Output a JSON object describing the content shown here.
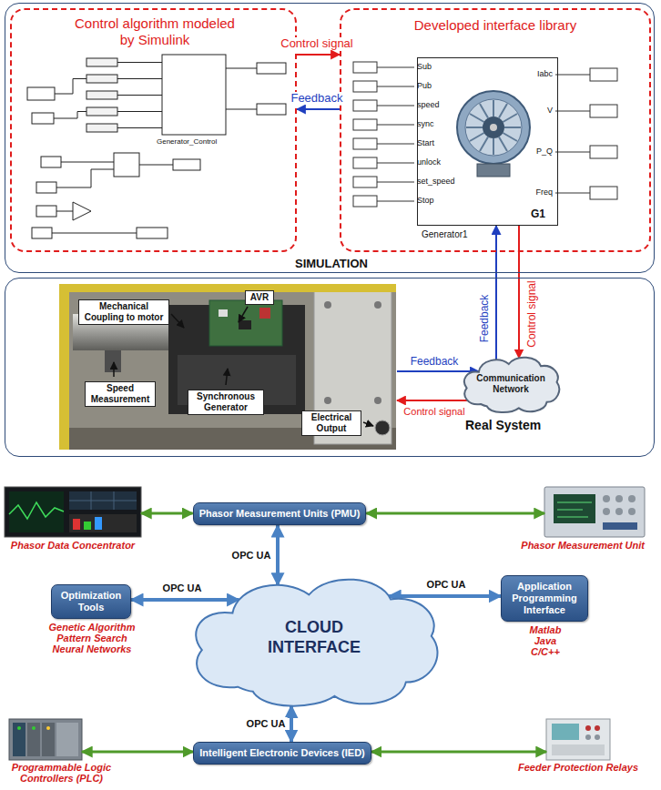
{
  "diagram": {
    "nodes": [
      {
        "text": [
          "SIMULATION"
        ]
      },
      {
        "text": [
          "Control algorithm modeled by Simulink"
        ],
        "in": 0
      },
      {
        "text": [
          "Developed interface library"
        ],
        "in": 0
      },
      {
        "text": [
          "G1",
          "Generator1"
        ],
        "in": 2
      },
      {
        "text": [
          "Real System"
        ]
      },
      {
        "text": [
          "Mechanical Coupling to motor",
          "AVR",
          "Speed Measurement",
          "Synchronous Generator",
          "Electrical Output"
        ],
        "in": 4
      },
      {
        "text": [
          "Communication Network"
        ],
        "in": 4
      },
      {
        "text": [
          "Phasor Measurement Units (PMU)"
        ]
      },
      {
        "text": [
          "Phasor Data Concentrator"
        ]
      },
      {
        "text": [
          "Phasor Measurement Unit"
        ]
      },
      {
        "text": [
          "Optimization Tools",
          "Genetic Algorithm Pattern Search Neural Networks"
        ]
      },
      {
        "text": [
          "CLOUD INTERFACE"
        ]
      },
      {
        "text": [
          "Application Programming Interface",
          "Matlab Java C/C++"
        ]
      },
      {
        "text": [
          "Intelligent Electronic Devices (IED)"
        ]
      },
      {
        "text": [
          "Programmable Logic Controllers (PLC)"
        ]
      },
      {
        "text": [
          "Feeder Protection Relays"
        ]
      }
    ],
    "edges": [
      {
        "from": 1,
        "to": 2,
        "label": "Control signal",
        "arrow": "to"
      },
      {
        "from": 2,
        "to": 1,
        "label": "Feedback",
        "arrow": "to"
      },
      {
        "from": 3,
        "to": 6,
        "label": "Control signal",
        "arrow": "to"
      },
      {
        "from": 6,
        "to": 3,
        "label": "Feedback",
        "arrow": "to"
      },
      {
        "from": 5,
        "to": 6,
        "label": "Feedback",
        "arrow": "to"
      },
      {
        "from": 6,
        "to": 5,
        "label": "Control signal",
        "arrow": "to"
      },
      {
        "from": 7,
        "to": 11,
        "label": "OPC UA",
        "arrow": "both"
      },
      {
        "from": 10,
        "to": 11,
        "label": "OPC UA",
        "arrow": "both"
      },
      {
        "from": 11,
        "to": 12,
        "label": "OPC UA",
        "arrow": "both"
      },
      {
        "from": 11,
        "to": 13,
        "label": "OPC UA",
        "arrow": "both"
      },
      {
        "from": 8,
        "to": 7,
        "arrow": "both"
      },
      {
        "from": 7,
        "to": 9,
        "arrow": "both"
      },
      {
        "from": 14,
        "to": 13,
        "arrow": "both"
      },
      {
        "from": 13,
        "to": 15,
        "arrow": "both"
      }
    ],
    "labels": [
      "Generator_Control",
      "Sub",
      "Pub",
      "speed",
      "sync",
      "Start",
      "unlock",
      "set_speed",
      "Stop",
      "Iabc",
      "V",
      "P_Q",
      "Freq"
    ]
  }
}
